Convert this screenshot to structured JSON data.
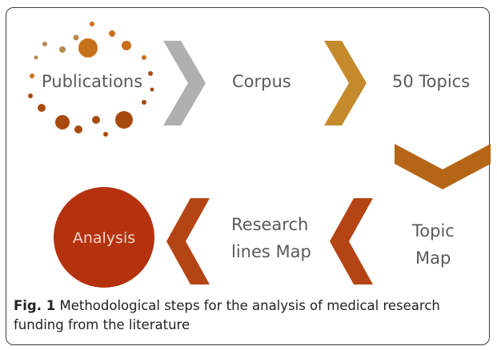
{
  "diagram": {
    "steps": {
      "publications": "Publications",
      "corpus": "Corpus",
      "topics": "50 Topics",
      "topic_map_line1": "Topic",
      "topic_map_line2": "Map",
      "research_line1": "Research",
      "research_line2": "lines Map",
      "analysis": "Analysis"
    },
    "colors": {
      "arrow_gray": "#b0b0b0",
      "arrow_gold": "#c48a2c",
      "arrow_brown": "#b56516",
      "arrow_rust": "#b54414",
      "analysis_circle": "#b5320f",
      "dot_dark": "#a84a10",
      "dot_orange": "#c8701a",
      "dot_tan": "#b88a4f"
    }
  },
  "caption": {
    "label": "Fig. 1",
    "text": " Methodological steps for the analysis of medical research funding from the literature"
  }
}
